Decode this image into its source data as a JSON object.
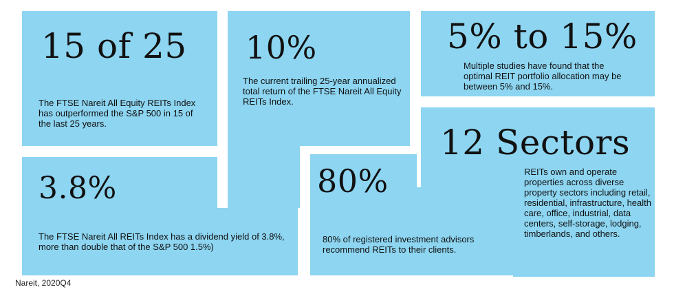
{
  "colors": {
    "tile": "#8dd5f1",
    "text": "#111111",
    "background": "#ffffff"
  },
  "stats": {
    "outperformed": {
      "headline": "15 of 25",
      "description": "The FTSE Nareit All Equity REITs Index has outperformed the S&P 500 in 15 of the last 25 years."
    },
    "return": {
      "headline": "10%",
      "description": "The current trailing 25-year annualized total return of the FTSE Nareit All Equity REITs Index."
    },
    "allocation": {
      "headline": "5% to 15%",
      "description": "Multiple studies have found that the optimal REIT portfolio allocation may be between 5% and 15%."
    },
    "dividend": {
      "headline": "3.8%",
      "description": "The FTSE Nareit All REITs Index has a dividend yield of 3.8%, more than double that of the S&P 500 1.5%)"
    },
    "advisors": {
      "headline": "80%",
      "description": "80% of registered investment advisors recommend REITs to their clients."
    },
    "sectors": {
      "headline": "12 Sectors",
      "description": "REITs own and operate properties across diverse property sectors including retail, residential, infrastructure, health care, office, industrial, data centers, self-storage, lodging, timberlands, and others."
    }
  },
  "source": "Nareit, 2020Q4"
}
